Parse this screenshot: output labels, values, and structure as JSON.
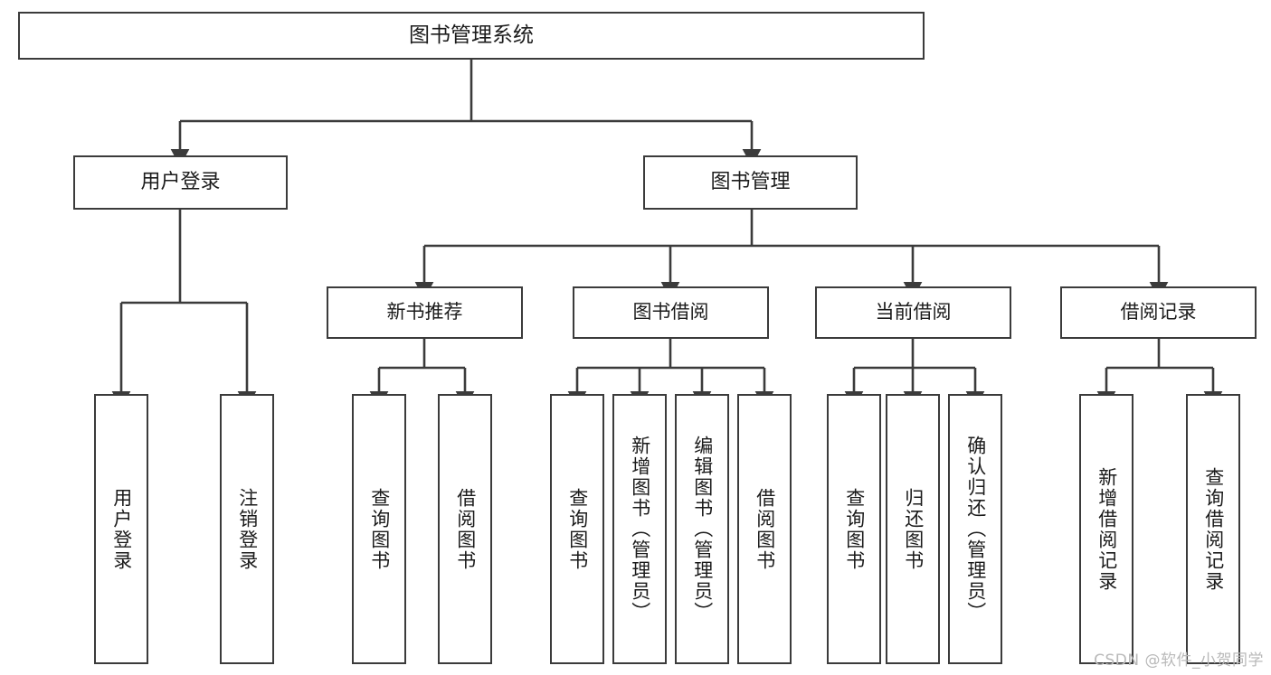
{
  "diagram": {
    "title": "图书管理系统",
    "watermark": "CSDN @软件_小贺同学",
    "colors": {
      "stroke": "#3b3b3b",
      "box_fill": "#ffffff",
      "text": "#1b1b1b",
      "background": "#ffffff",
      "watermark": "#b9b9b9"
    },
    "root": {
      "label": "图书管理系统"
    },
    "level1": [
      {
        "label": "用户登录"
      },
      {
        "label": "图书管理"
      }
    ],
    "level2": [
      {
        "label": "新书推荐"
      },
      {
        "label": "图书借阅"
      },
      {
        "label": "当前借阅"
      },
      {
        "label": "借阅记录"
      }
    ],
    "leaves": {
      "user_login": [
        {
          "label": "用户登录"
        },
        {
          "label": "注销登录"
        }
      ],
      "new_book_recommend": [
        {
          "label": "查询图书"
        },
        {
          "label": "借阅图书"
        }
      ],
      "book_borrow": [
        {
          "label": "查询图书"
        },
        {
          "label": "新增图书（管理员）"
        },
        {
          "label": "编辑图书（管理员）"
        },
        {
          "label": "借阅图书"
        }
      ],
      "current_borrow": [
        {
          "label": "查询图书"
        },
        {
          "label": "归还图书"
        },
        {
          "label": "确认归还（管理员）"
        }
      ],
      "borrow_record": [
        {
          "label": "新增借阅记录"
        },
        {
          "label": "查询借阅记录"
        }
      ]
    }
  }
}
